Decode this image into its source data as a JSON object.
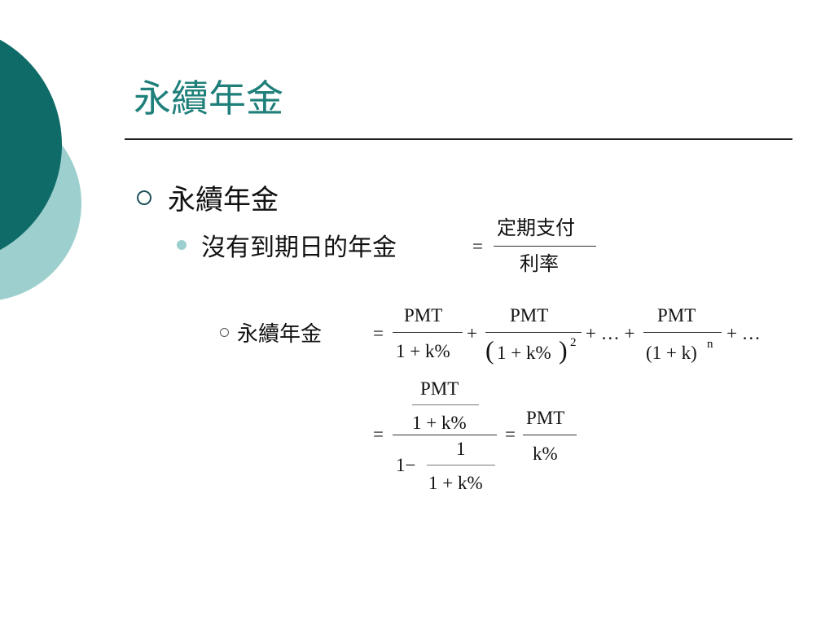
{
  "colors": {
    "accent": "#1f7f7a",
    "dark_teal": "#0f6b68",
    "light_teal": "#9ccfcd",
    "ring": "#1c4f5a",
    "dot": "#9ccfcd"
  },
  "slide": {
    "title": "永續年金",
    "bullet1": "永續年金",
    "bullet2": "沒有到期日的年金",
    "bullet3": "永續年金",
    "formula1": {
      "eq": "=",
      "numerator": "定期支付",
      "denominator": "利率"
    },
    "formula2": {
      "eq": "=",
      "t1_num": "PMT",
      "t1_den": "1 + k%",
      "plus1": "+",
      "t2_num": "PMT",
      "t2_lparen": "(",
      "t2_den": "1 + k%",
      "t2_rparen": ")",
      "t2_exp": "2",
      "plus_dots": "+ … +",
      "t3_num": "PMT",
      "t3_den": "(1 + k)",
      "t3_exp": "n",
      "tail": "+ …"
    },
    "formula3": {
      "eq": "=",
      "top_num": "PMT",
      "top_den": "1 + k%",
      "bot_one": "1−",
      "bot_num": "1",
      "bot_den": "1 + k%",
      "eq2": "=",
      "res_num": "PMT",
      "res_den": "k%"
    }
  }
}
